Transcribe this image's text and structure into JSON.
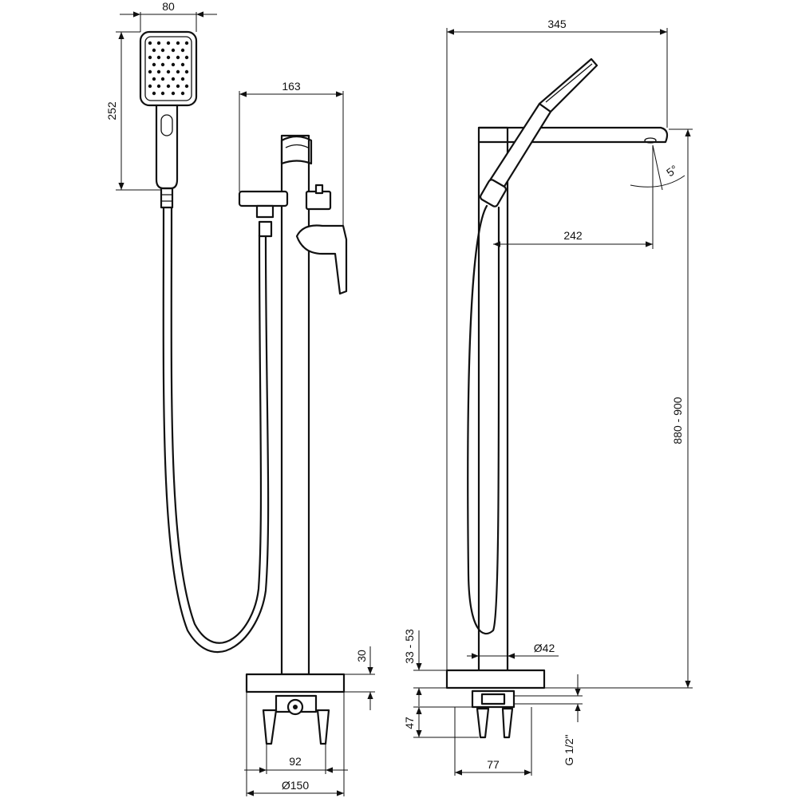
{
  "title": "",
  "dimensions": {
    "shower_head_width": "80",
    "shower_head_height": "252",
    "body_depth": "163",
    "overall_length": "345",
    "spout_reach": "242",
    "spout_angle": "5°",
    "overall_height": "880 - 900",
    "base_thickness": "30",
    "cover_range": "33 - 53",
    "column_diameter": "Ø42",
    "mount_depth": "47",
    "thread": "G 1/2\"",
    "fixing_spacing": "92",
    "base_diameter": "Ø150",
    "bracket_width": "77"
  }
}
